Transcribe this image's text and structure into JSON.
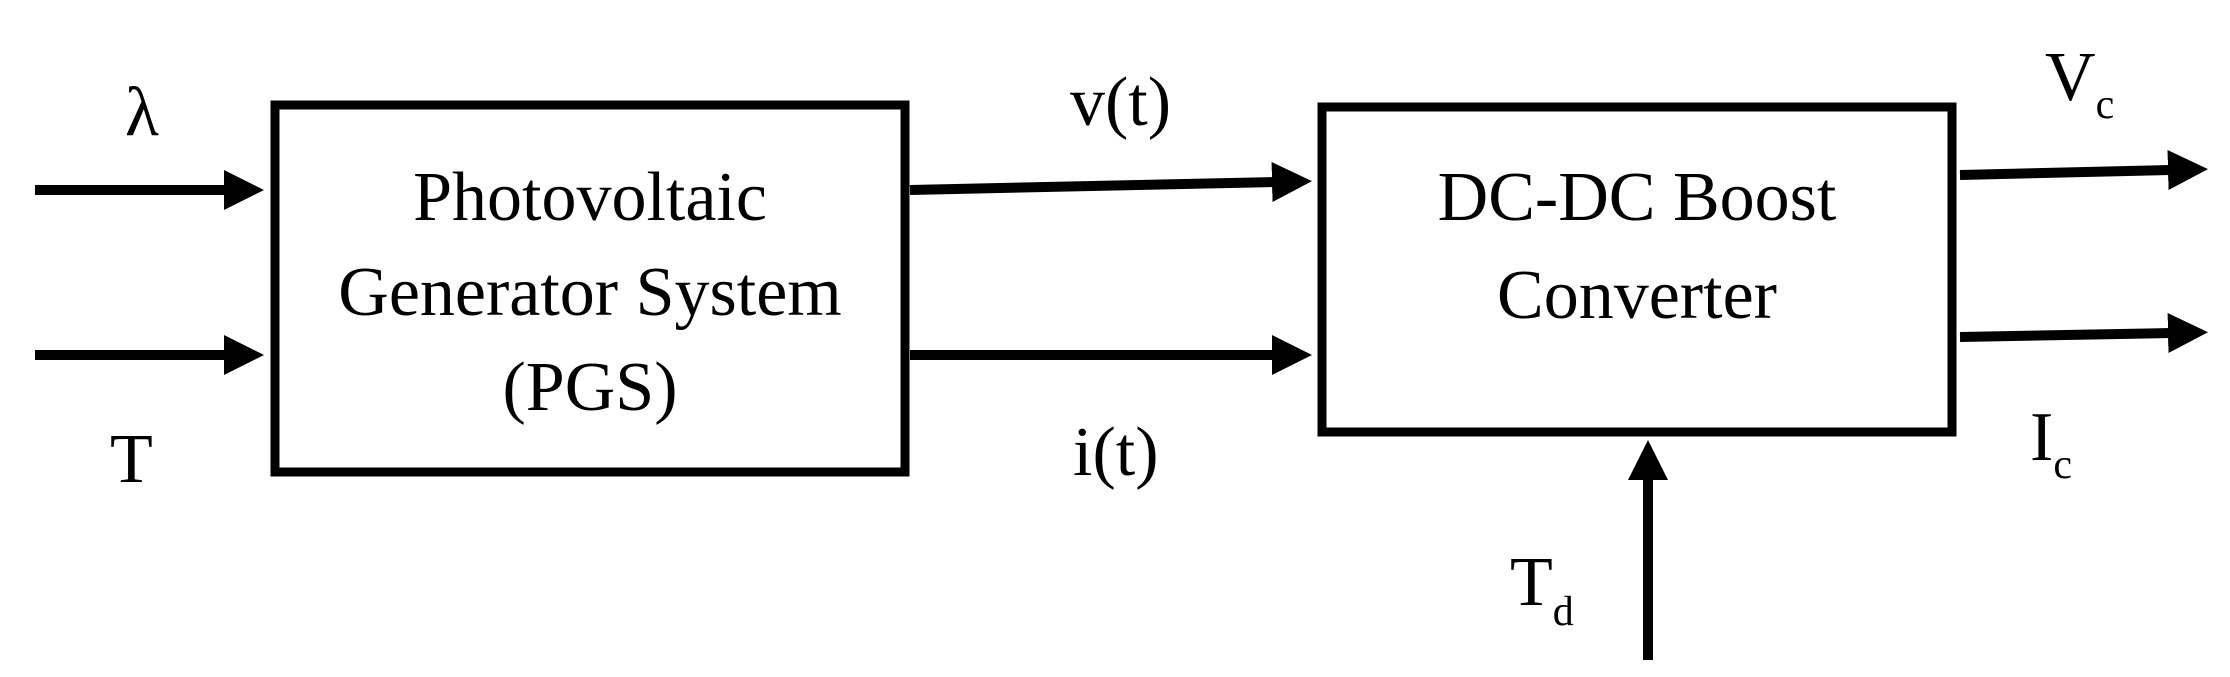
{
  "diagram": {
    "pgs_block": {
      "line1": "Photovoltaic",
      "line2": "Generator System",
      "line3": "(PGS)"
    },
    "boost_block": {
      "line1": "DC-DC Boost",
      "line2": "Converter"
    },
    "inputs": {
      "lambda": "λ",
      "temperature": "T"
    },
    "signals": {
      "voltage": "v(t)",
      "current": "i(t)"
    },
    "outputs": {
      "vc_base": "V",
      "vc_sub": "c",
      "ic_base": "I",
      "ic_sub": "c"
    },
    "control": {
      "td_base": "T",
      "td_sub": "d"
    },
    "colors": {
      "stroke": "#000000",
      "background": "#ffffff"
    }
  }
}
